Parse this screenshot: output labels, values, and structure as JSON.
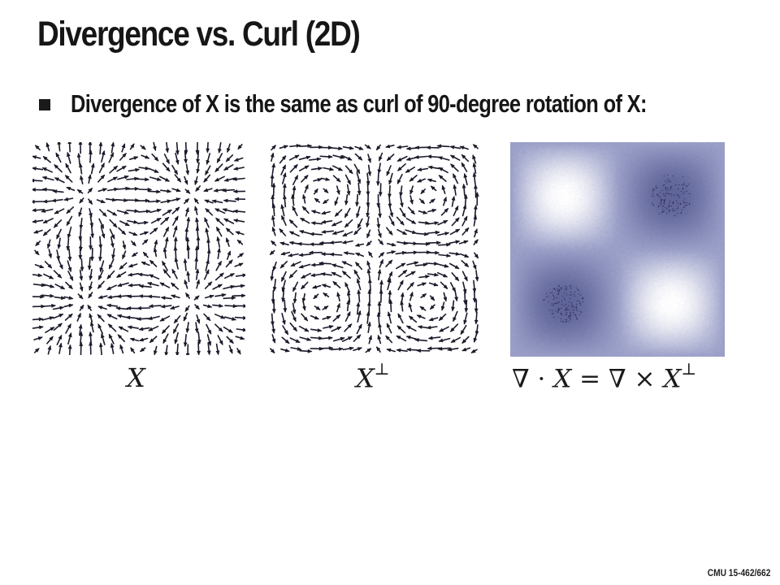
{
  "slide": {
    "title": "Divergence vs. Curl (2D)",
    "bullet": "Divergence of X is the same as curl of 90-degree rotation of X:",
    "footer": "CMU 15-462/662"
  },
  "figures": [
    {
      "id": "vector-field-x",
      "label": "X"
    },
    {
      "id": "vector-field-x-perp",
      "label_base": "X",
      "label_sup": "⊥"
    },
    {
      "id": "divergence-heatmap",
      "label_parts": [
        "∇",
        "·",
        "X",
        "=",
        "∇",
        "×",
        "X",
        "⊥"
      ]
    }
  ],
  "colors": {
    "arrow": "#1a1a2a",
    "heat_low": "#5f6499",
    "heat_mid": "#9a9fc8",
    "heat_high": "#ffffff"
  }
}
